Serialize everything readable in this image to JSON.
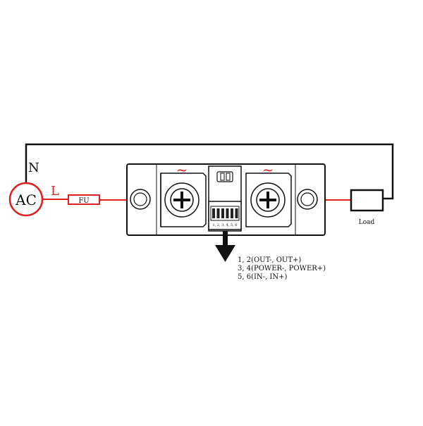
{
  "labels": {
    "neutral": "N",
    "live": "L",
    "source": "AC",
    "fuse": "FU",
    "load": "Load",
    "tilde_left": "~",
    "tilde_right": "~",
    "pin_numbers": "1, 2, 3, 4, 5, 6"
  },
  "legend": [
    "1, 2(OUT-, OUT+)",
    "3, 4(POWER-, POWER+)",
    "5, 6(IN-, IN+)"
  ],
  "colors": {
    "live_wire": "#e02020",
    "neutral_wire": "#111111",
    "module_body": "#ffffff",
    "outline": "#111111"
  }
}
